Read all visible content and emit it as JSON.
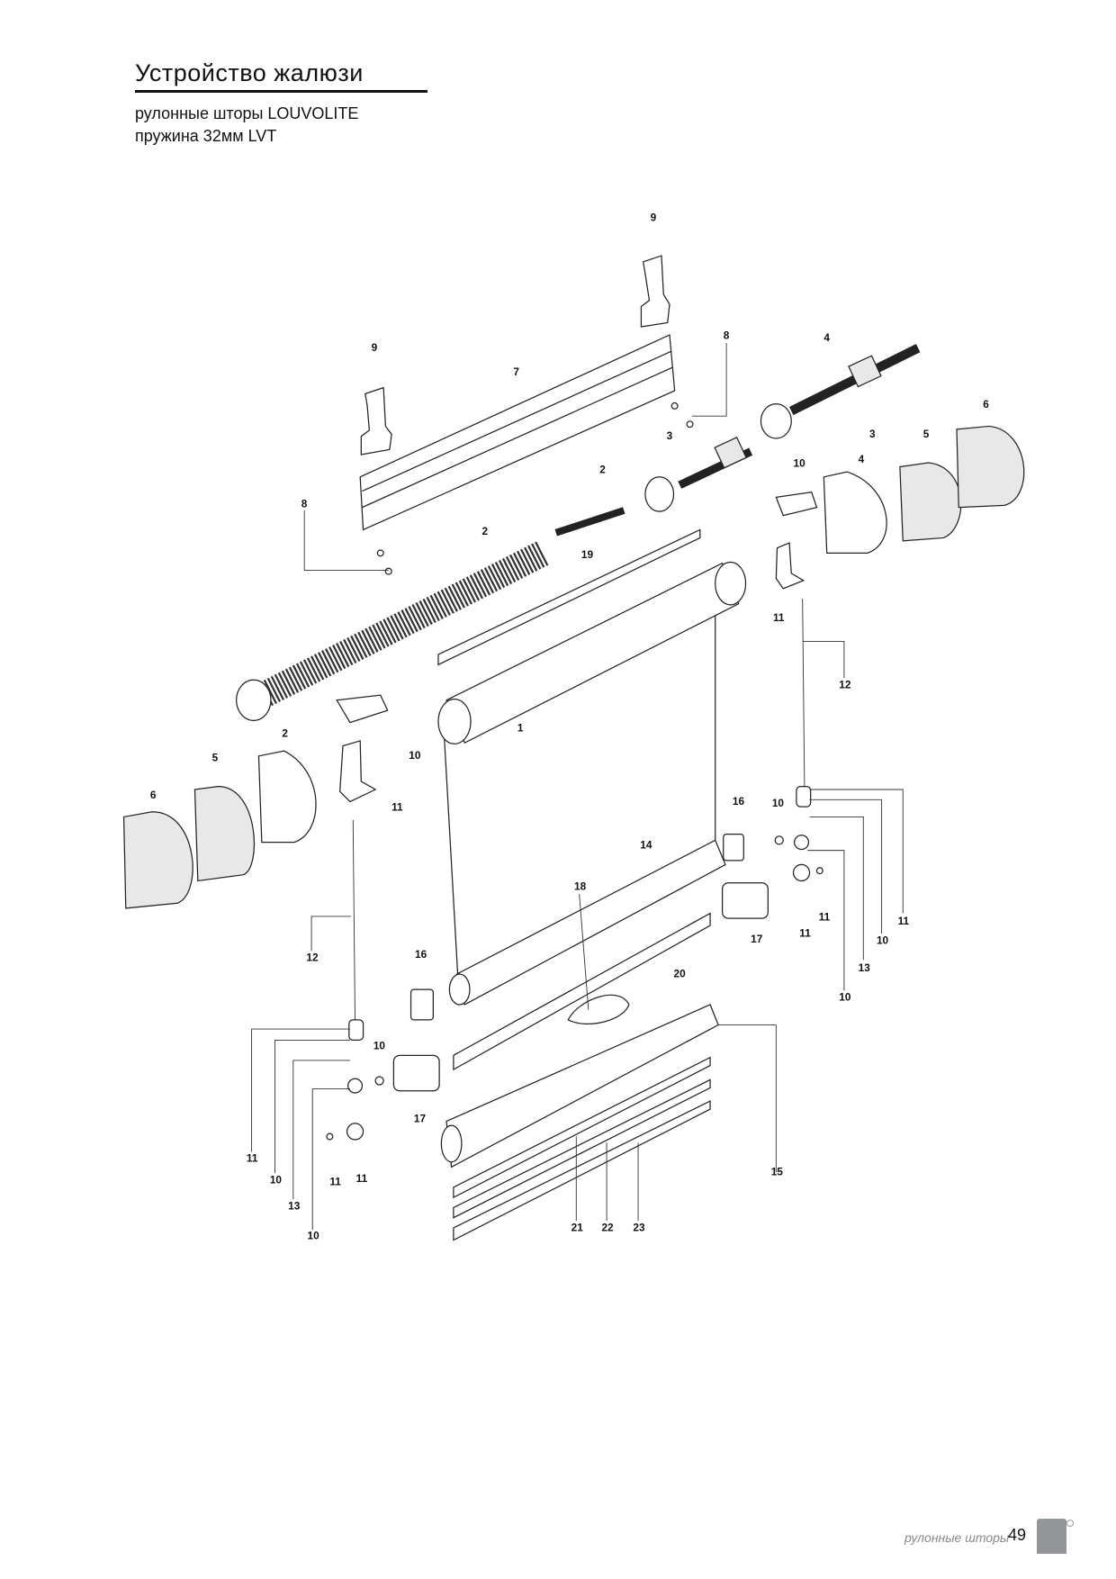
{
  "header": {
    "title": "Устройство жалюзи",
    "subtitle_line1": "рулонные шторы LOUVOLITE",
    "subtitle_line2": "пружина 32мм LVT"
  },
  "diagram": {
    "labels": [
      "9",
      "9",
      "7",
      "8",
      "4",
      "6",
      "3",
      "5",
      "3",
      "10",
      "4",
      "2",
      "8",
      "2",
      "19",
      "11",
      "12",
      "1",
      "10",
      "2",
      "5",
      "6",
      "11",
      "16",
      "10",
      "14",
      "18",
      "11",
      "11",
      "11",
      "10",
      "17",
      "13",
      "12",
      "16",
      "20",
      "10",
      "10",
      "17",
      "11",
      "10",
      "11",
      "11",
      "13",
      "15",
      "10",
      "21",
      "22",
      "23"
    ]
  },
  "footer": {
    "section": "рулонные шторы",
    "page_number": "49"
  }
}
